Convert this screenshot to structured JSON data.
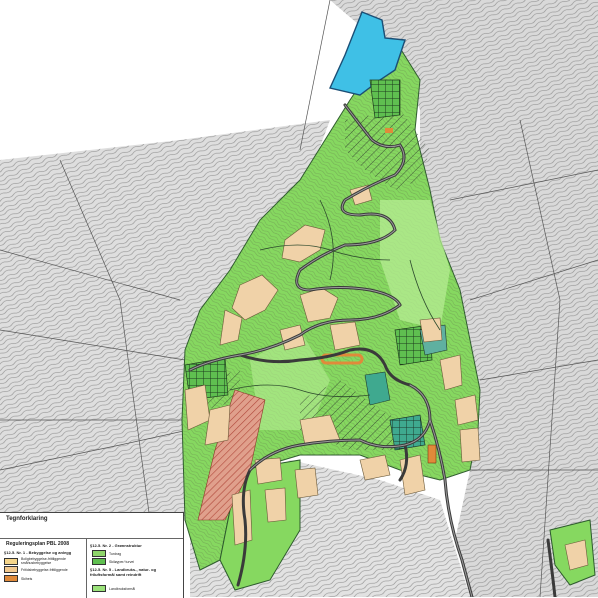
{
  "legend": {
    "title": "Tegnforklaring",
    "plan_title": "Reguleringsplan PBL 2008",
    "section1": {
      "title": "§12-5. Nr. 1 - Bebyggelse og anlegg",
      "items": [
        {
          "label": "Boligbebyggelse-frittliggende småhusbebyggelse",
          "color": "#f5d58a"
        },
        {
          "label": "Fritidsbebyggelse-frittliggende",
          "color": "#f2c98f"
        },
        {
          "label": "Skiheis",
          "color": "#e08a3a"
        }
      ]
    },
    "section2": {
      "title": "§12-5. Nr. 2 - Grønnstruktur",
      "items": [
        {
          "label": "Turdrag",
          "color": "#8fd66b"
        },
        {
          "label": "Skiløyper/ turvei",
          "color": "#5fbf50"
        }
      ]
    },
    "section5": {
      "title": "§12-5. Nr. 5 - Landbruks-, natur- og friluftsformål samt reindrift",
      "items": [
        {
          "label": "Landbruksformål",
          "color": "#9be27a"
        }
      ]
    }
  },
  "colors": {
    "plan_green": "#86d860",
    "light_green": "#b5ec93",
    "contour_grey": "#9a9a9a",
    "road": "#3a3a3a",
    "cabin": "#f0d2a8",
    "blue": "#3fc0e6",
    "hatch_red": "#d98a7a",
    "teal": "#3fa98f"
  }
}
